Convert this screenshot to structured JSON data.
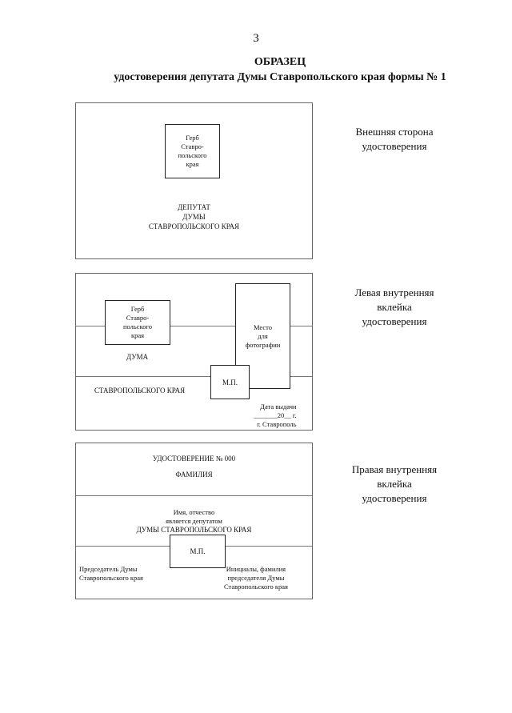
{
  "page_number": "3",
  "title": "ОБРАЗЕЦ",
  "subtitle": "удостоверения депутата Думы Ставропольского края формы № 1",
  "outer_side": {
    "emblem": [
      "Герб",
      "Ставро-",
      "польского",
      "края"
    ],
    "text": [
      "ДЕПУТАТ",
      "ДУМЫ",
      "СТАВРОПОЛЬСКОГО КРАЯ"
    ],
    "label": [
      "Внешняя сторона",
      "удостоверения"
    ]
  },
  "left_inner": {
    "emblem": [
      "Герб",
      "Ставро-",
      "польского",
      "края"
    ],
    "photo": [
      "Место",
      "для",
      "фотографии"
    ],
    "duma": "ДУМА",
    "region": "СТАВРОПОЛЬСКОГО КРАЯ",
    "stamp": "М.П.",
    "issue_date": [
      "Дата выдачи",
      "_______20__ г.",
      "г. Ставрополь"
    ],
    "label": [
      "Левая внутренняя",
      "вклейка",
      "удостоверения"
    ]
  },
  "right_inner": {
    "certificate_no": "УДОСТОВЕРЕНИЕ № 000",
    "surname": "ФАМИЛИЯ",
    "name_line": "Имя, отчество",
    "is_deputy": "является депутатом",
    "duma_full": "ДУМЫ СТАВРОПОЛЬСКОГО КРАЯ",
    "stamp": "М.П.",
    "chairman_left": [
      "Председатель Думы",
      "Ставропольского края"
    ],
    "chairman_right": [
      "Инициалы, фамилия",
      "председателя Думы",
      "Ставропольского края"
    ],
    "label": [
      "Правая внутренняя",
      "вклейка",
      "удостоверения"
    ]
  }
}
